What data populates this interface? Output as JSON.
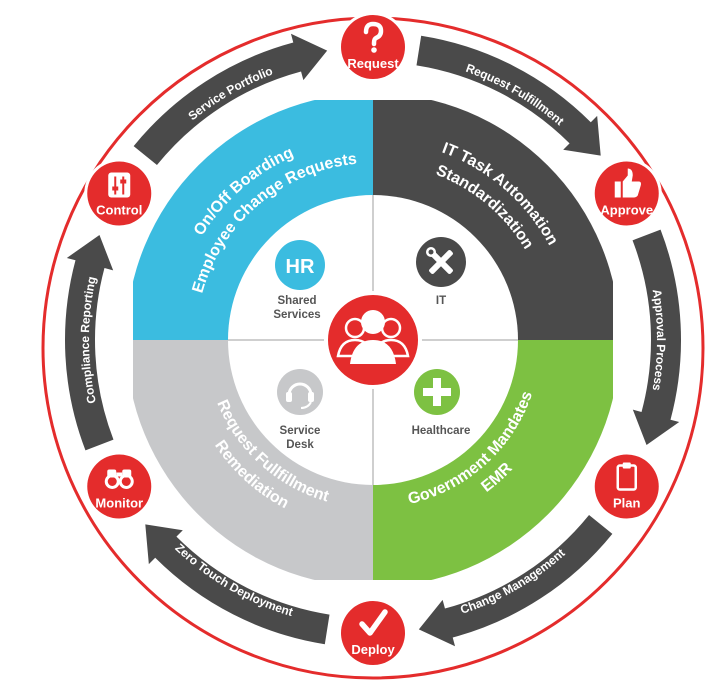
{
  "colors": {
    "red": "#E42C2C",
    "arrow": "#4A4A4A",
    "ring": "#E42C2C",
    "hr_quadrant": "#3BBCE0",
    "it_quadrant": "#4A4A4A",
    "health_quadrant": "#7DC142",
    "desk_quadrant": "#C7C8CA"
  },
  "nodes": [
    {
      "id": "request",
      "label": "Request",
      "icon": "question-mark-icon"
    },
    {
      "id": "approve",
      "label": "Approve",
      "icon": "thumbs-up-icon"
    },
    {
      "id": "plan",
      "label": "Plan",
      "icon": "clipboard-icon"
    },
    {
      "id": "deploy",
      "label": "Deploy",
      "icon": "checkmark-icon"
    },
    {
      "id": "monitor",
      "label": "Monitor",
      "icon": "binoculars-icon"
    },
    {
      "id": "control",
      "label": "Control",
      "icon": "sliders-icon"
    }
  ],
  "arrows": [
    {
      "label": "Request Fulfillment"
    },
    {
      "label": "Approval Process"
    },
    {
      "label": "Change Management"
    },
    {
      "label": "Zero Touch Deployment"
    },
    {
      "label": "Compliance Reporting"
    },
    {
      "label": "Service Portfolio"
    }
  ],
  "quadrants": {
    "hr": {
      "line1": "On/Off Boarding",
      "line2": "Employee Change Requests"
    },
    "it": {
      "line1": "IT Task Automation",
      "line2": "Standardization"
    },
    "health": {
      "line1": "Government Mandates",
      "line2": "EMR"
    },
    "desk": {
      "line1": "Request Fullfillment",
      "line2": "Remediation"
    }
  },
  "inner": {
    "hr": {
      "badge": "HR",
      "line1": "Shared",
      "line2": "Services"
    },
    "it": {
      "label": "IT",
      "icon": "tools-icon"
    },
    "health": {
      "label": "Healthcare",
      "icon": "medical-cross-icon"
    },
    "desk": {
      "line1": "Service",
      "line2": "Desk",
      "icon": "headset-icon"
    }
  },
  "center": {
    "icon": "people-icon"
  }
}
